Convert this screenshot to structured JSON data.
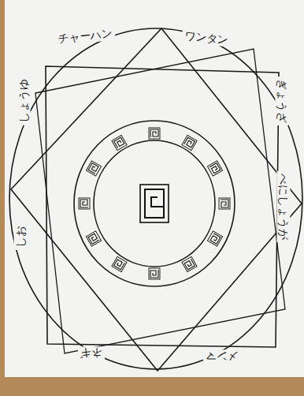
{
  "diagram": {
    "labels": [
      "チャーハン",
      "ワンタン",
      "ぎょうざ",
      "べにしょうが",
      "メンマ",
      "ネギ",
      "しお",
      "しょうゆ"
    ]
  }
}
